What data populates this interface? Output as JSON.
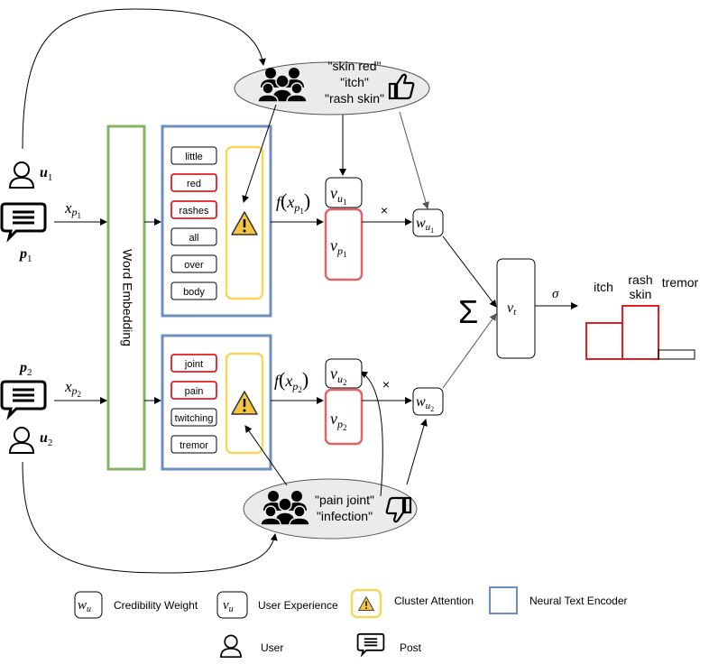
{
  "user1": {
    "name": "u",
    "sub": "1"
  },
  "user2": {
    "name": "u",
    "sub": "2"
  },
  "post1": {
    "name": "p",
    "sub": "1"
  },
  "post2": {
    "name": "p",
    "sub": "2"
  },
  "input1": {
    "main": "x",
    "sub": "p",
    "subsub": "1"
  },
  "input2": {
    "main": "x",
    "sub": "p",
    "subsub": "2"
  },
  "word_embedding": "Word Embedding",
  "tokens_top": [
    "little",
    "red",
    "rashes",
    "all",
    "over",
    "body"
  ],
  "tokens_top_highlight": [
    false,
    true,
    true,
    false,
    false,
    false
  ],
  "tokens_bottom": [
    "joint",
    "pain",
    "twitching",
    "tremor"
  ],
  "tokens_bottom_highlight": [
    true,
    true,
    false,
    false
  ],
  "top_cluster": {
    "lines": [
      "\"skin red\"",
      "\"itch\"",
      "\"rash skin\""
    ],
    "feedback": "thumbs-up"
  },
  "bottom_cluster": {
    "lines": [
      "\"pain joint\"",
      "\"infection\""
    ],
    "feedback": "thumbs-down"
  },
  "f_top": {
    "f": "f",
    "x": "x",
    "p": "p",
    "n": "1"
  },
  "f_bottom": {
    "f": "f",
    "x": "x",
    "p": "p",
    "n": "2"
  },
  "v_u1": {
    "v": "v",
    "u": "u",
    "n": "1"
  },
  "v_u2": {
    "v": "v",
    "u": "u",
    "n": "2"
  },
  "v_p1": {
    "v": "v",
    "p": "p",
    "n": "1"
  },
  "v_p2": {
    "v": "v",
    "p": "p",
    "n": "2"
  },
  "w_u1": {
    "w": "w",
    "u": "u",
    "n": "1"
  },
  "w_u2": {
    "w": "w",
    "u": "u",
    "n": "2"
  },
  "times": "×",
  "sum": "Σ",
  "v_t": {
    "v": "v",
    "t": "t"
  },
  "sigma": "σ",
  "output_labels": [
    "itch",
    "rash",
    "skin",
    "tremor"
  ],
  "legend": {
    "credibility_symbol": {
      "w": "w",
      "u": "u"
    },
    "credibility": "Credibility Weight",
    "experience_symbol": {
      "v": "v",
      "u": "u"
    },
    "experience": "User Experience",
    "cluster": "Cluster Attention",
    "encoder": "Neural Text Encoder",
    "user": "User",
    "post": "Post"
  },
  "colors": {
    "green": "#82b366",
    "blue": "#6c8ebf",
    "red": "#e51c23",
    "yellow": "#f5d75c",
    "warning_fill": "#f5c542",
    "ellipse": "#ebebeb",
    "ink": "#000000"
  }
}
